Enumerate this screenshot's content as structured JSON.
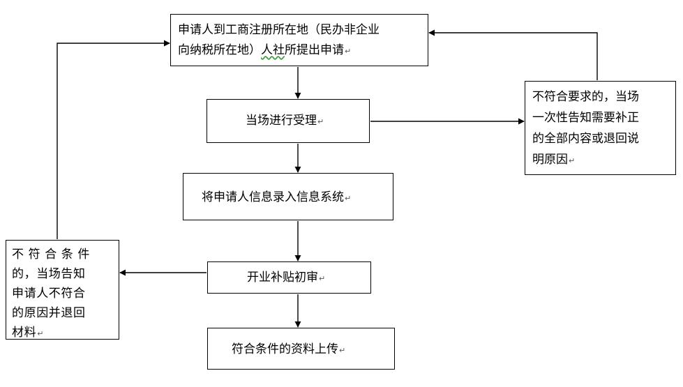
{
  "nodes": {
    "apply": {
      "line1": "申请人到工商注册所在地（民办非企业",
      "line2_pre": "向纳税所在地）",
      "line2_wavy": "人社",
      "line2_post": "所提出申请"
    },
    "accept": "当场进行受理",
    "enter": "将申请人信息录入信息系统",
    "review": "开业补贴初审",
    "upload": "符合条件的资料上传",
    "reject_right": "不符合要求的，当场\n一次性告知需要补正\n的全部内容或退回说\n明原因",
    "reject_left": "不 符 合 条 件\n的，当场告知\n申请人不符合\n的原因并退回\n材料"
  },
  "return_mark": "↵",
  "colors": {
    "line": "#000000",
    "wavy_underline": "#3a9a3a"
  }
}
